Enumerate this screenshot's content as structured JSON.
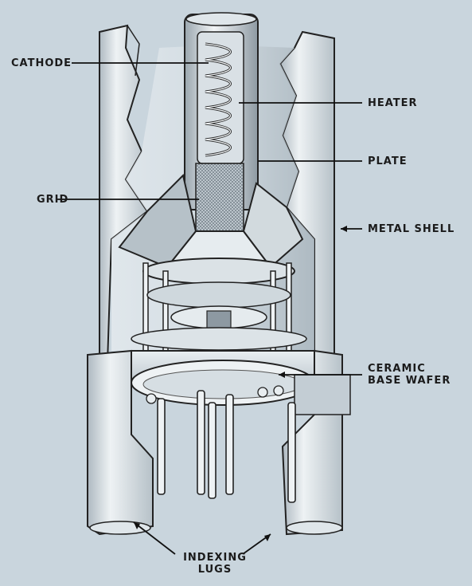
{
  "diagram": {
    "labels": {
      "cathode": "CATHODE",
      "heater": "HEATER",
      "plate": "PLATE",
      "grid": "GRID",
      "metal_shell": "METAL SHELL",
      "ceramic_line1": "CERAMIC",
      "ceramic_line2": "BASE WAFER",
      "indexing_line1": "INDEXING",
      "indexing_line2": "LUGS"
    },
    "colors": {
      "background": "#c9d5dd",
      "metal_light": "#eef2f4",
      "metal_mid": "#c3cdd4",
      "metal_dark": "#8d99a2",
      "line": "#222222"
    }
  }
}
